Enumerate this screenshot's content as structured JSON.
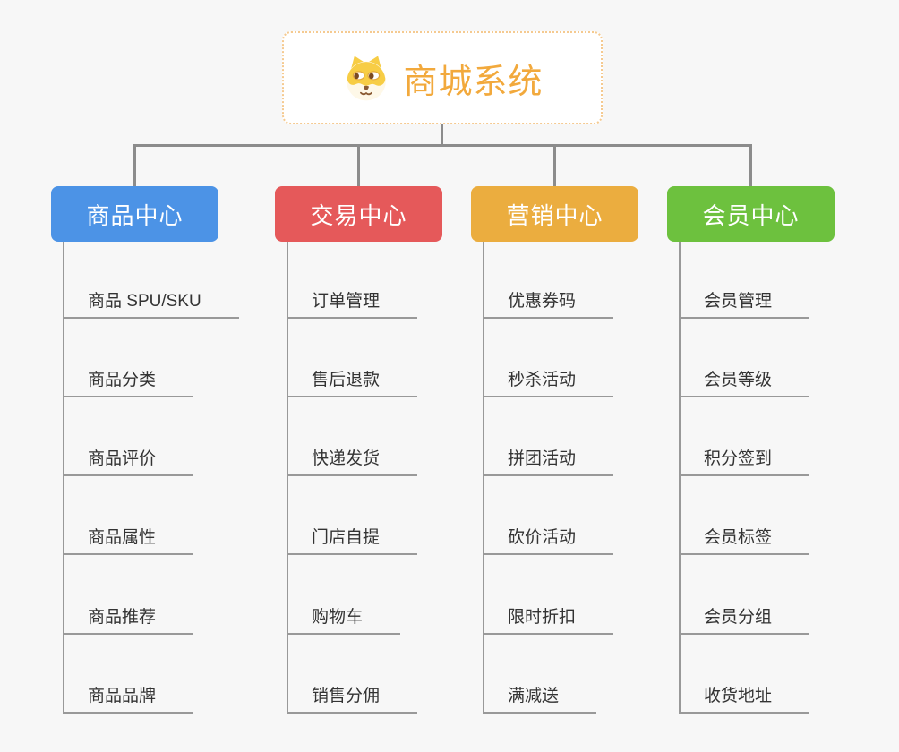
{
  "page": {
    "background": "#F7F7F7",
    "connector_color": "#8C8C8C"
  },
  "root": {
    "title": "商城系统",
    "icon": "shiba-dog-icon",
    "text_color": "#F2A93C",
    "border_color": "#F5CA90"
  },
  "branches": [
    {
      "label": "商品中心",
      "color": "#4C93E6",
      "children": [
        "商品 SPU/SKU",
        "商品分类",
        "商品评价",
        "商品属性",
        "商品推荐",
        "商品品牌"
      ]
    },
    {
      "label": "交易中心",
      "color": "#E5595A",
      "children": [
        "订单管理",
        "售后退款",
        "快递发货",
        "门店自提",
        "购物车",
        "销售分佣"
      ]
    },
    {
      "label": "营销中心",
      "color": "#EBAD3F",
      "children": [
        "优惠券码",
        "秒杀活动",
        "拼团活动",
        "砍价活动",
        "限时折扣",
        "满减送"
      ]
    },
    {
      "label": "会员中心",
      "color": "#6DC13E",
      "children": [
        "会员管理",
        "会员等级",
        "积分签到",
        "会员标签",
        "会员分组",
        "收货地址"
      ]
    }
  ]
}
